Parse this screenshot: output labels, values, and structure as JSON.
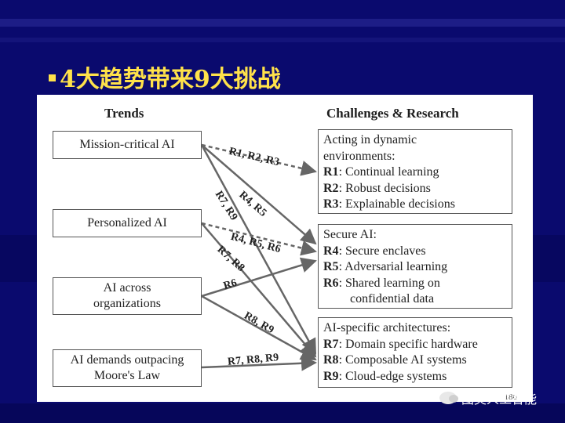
{
  "slide": {
    "title": "4大趋势带来9大挑战"
  },
  "figure": {
    "trends_heading": "Trends",
    "challenges_heading": "Challenges & Research",
    "trends": [
      {
        "lines": [
          "Mission-critical AI"
        ]
      },
      {
        "lines": [
          "Personalized AI"
        ]
      },
      {
        "lines": [
          "AI across",
          "organizations"
        ]
      },
      {
        "lines": [
          "AI demands outpacing",
          "Moore's Law"
        ]
      }
    ],
    "challenges": [
      {
        "intro": [
          "Acting in dynamic",
          "environments:"
        ],
        "items": [
          {
            "code": "R1",
            "text": ": Continual learning"
          },
          {
            "code": "R2",
            "text": ": Robust decisions"
          },
          {
            "code": "R3",
            "text": ": Explainable decisions"
          }
        ]
      },
      {
        "intro": [
          "Secure AI:"
        ],
        "items": [
          {
            "code": "R4",
            "text": ": Secure enclaves"
          },
          {
            "code": "R5",
            "text": ": Adversarial learning"
          },
          {
            "code": "R6",
            "text": ": Shared learning on"
          },
          {
            "code": "",
            "text": "confidential data"
          }
        ]
      },
      {
        "intro": [
          "AI-specific architectures:"
        ],
        "items": [
          {
            "code": "R7",
            "text": ": Domain specific hardware"
          },
          {
            "code": "R8",
            "text": ": Composable AI systems"
          },
          {
            "code": "R9",
            "text": ": Cloud-edge systems"
          }
        ]
      }
    ],
    "arrow_labels": [
      "R1, R2, R3",
      "R4, R5",
      "R7, R9",
      "R4, R5, R6",
      "R7, R8",
      "R6",
      "R8, R9",
      "R7, R8, R9"
    ],
    "page_number": "186"
  },
  "watermark": {
    "text": "图灵人工智能",
    "icon": "wechat-logo-icon"
  }
}
